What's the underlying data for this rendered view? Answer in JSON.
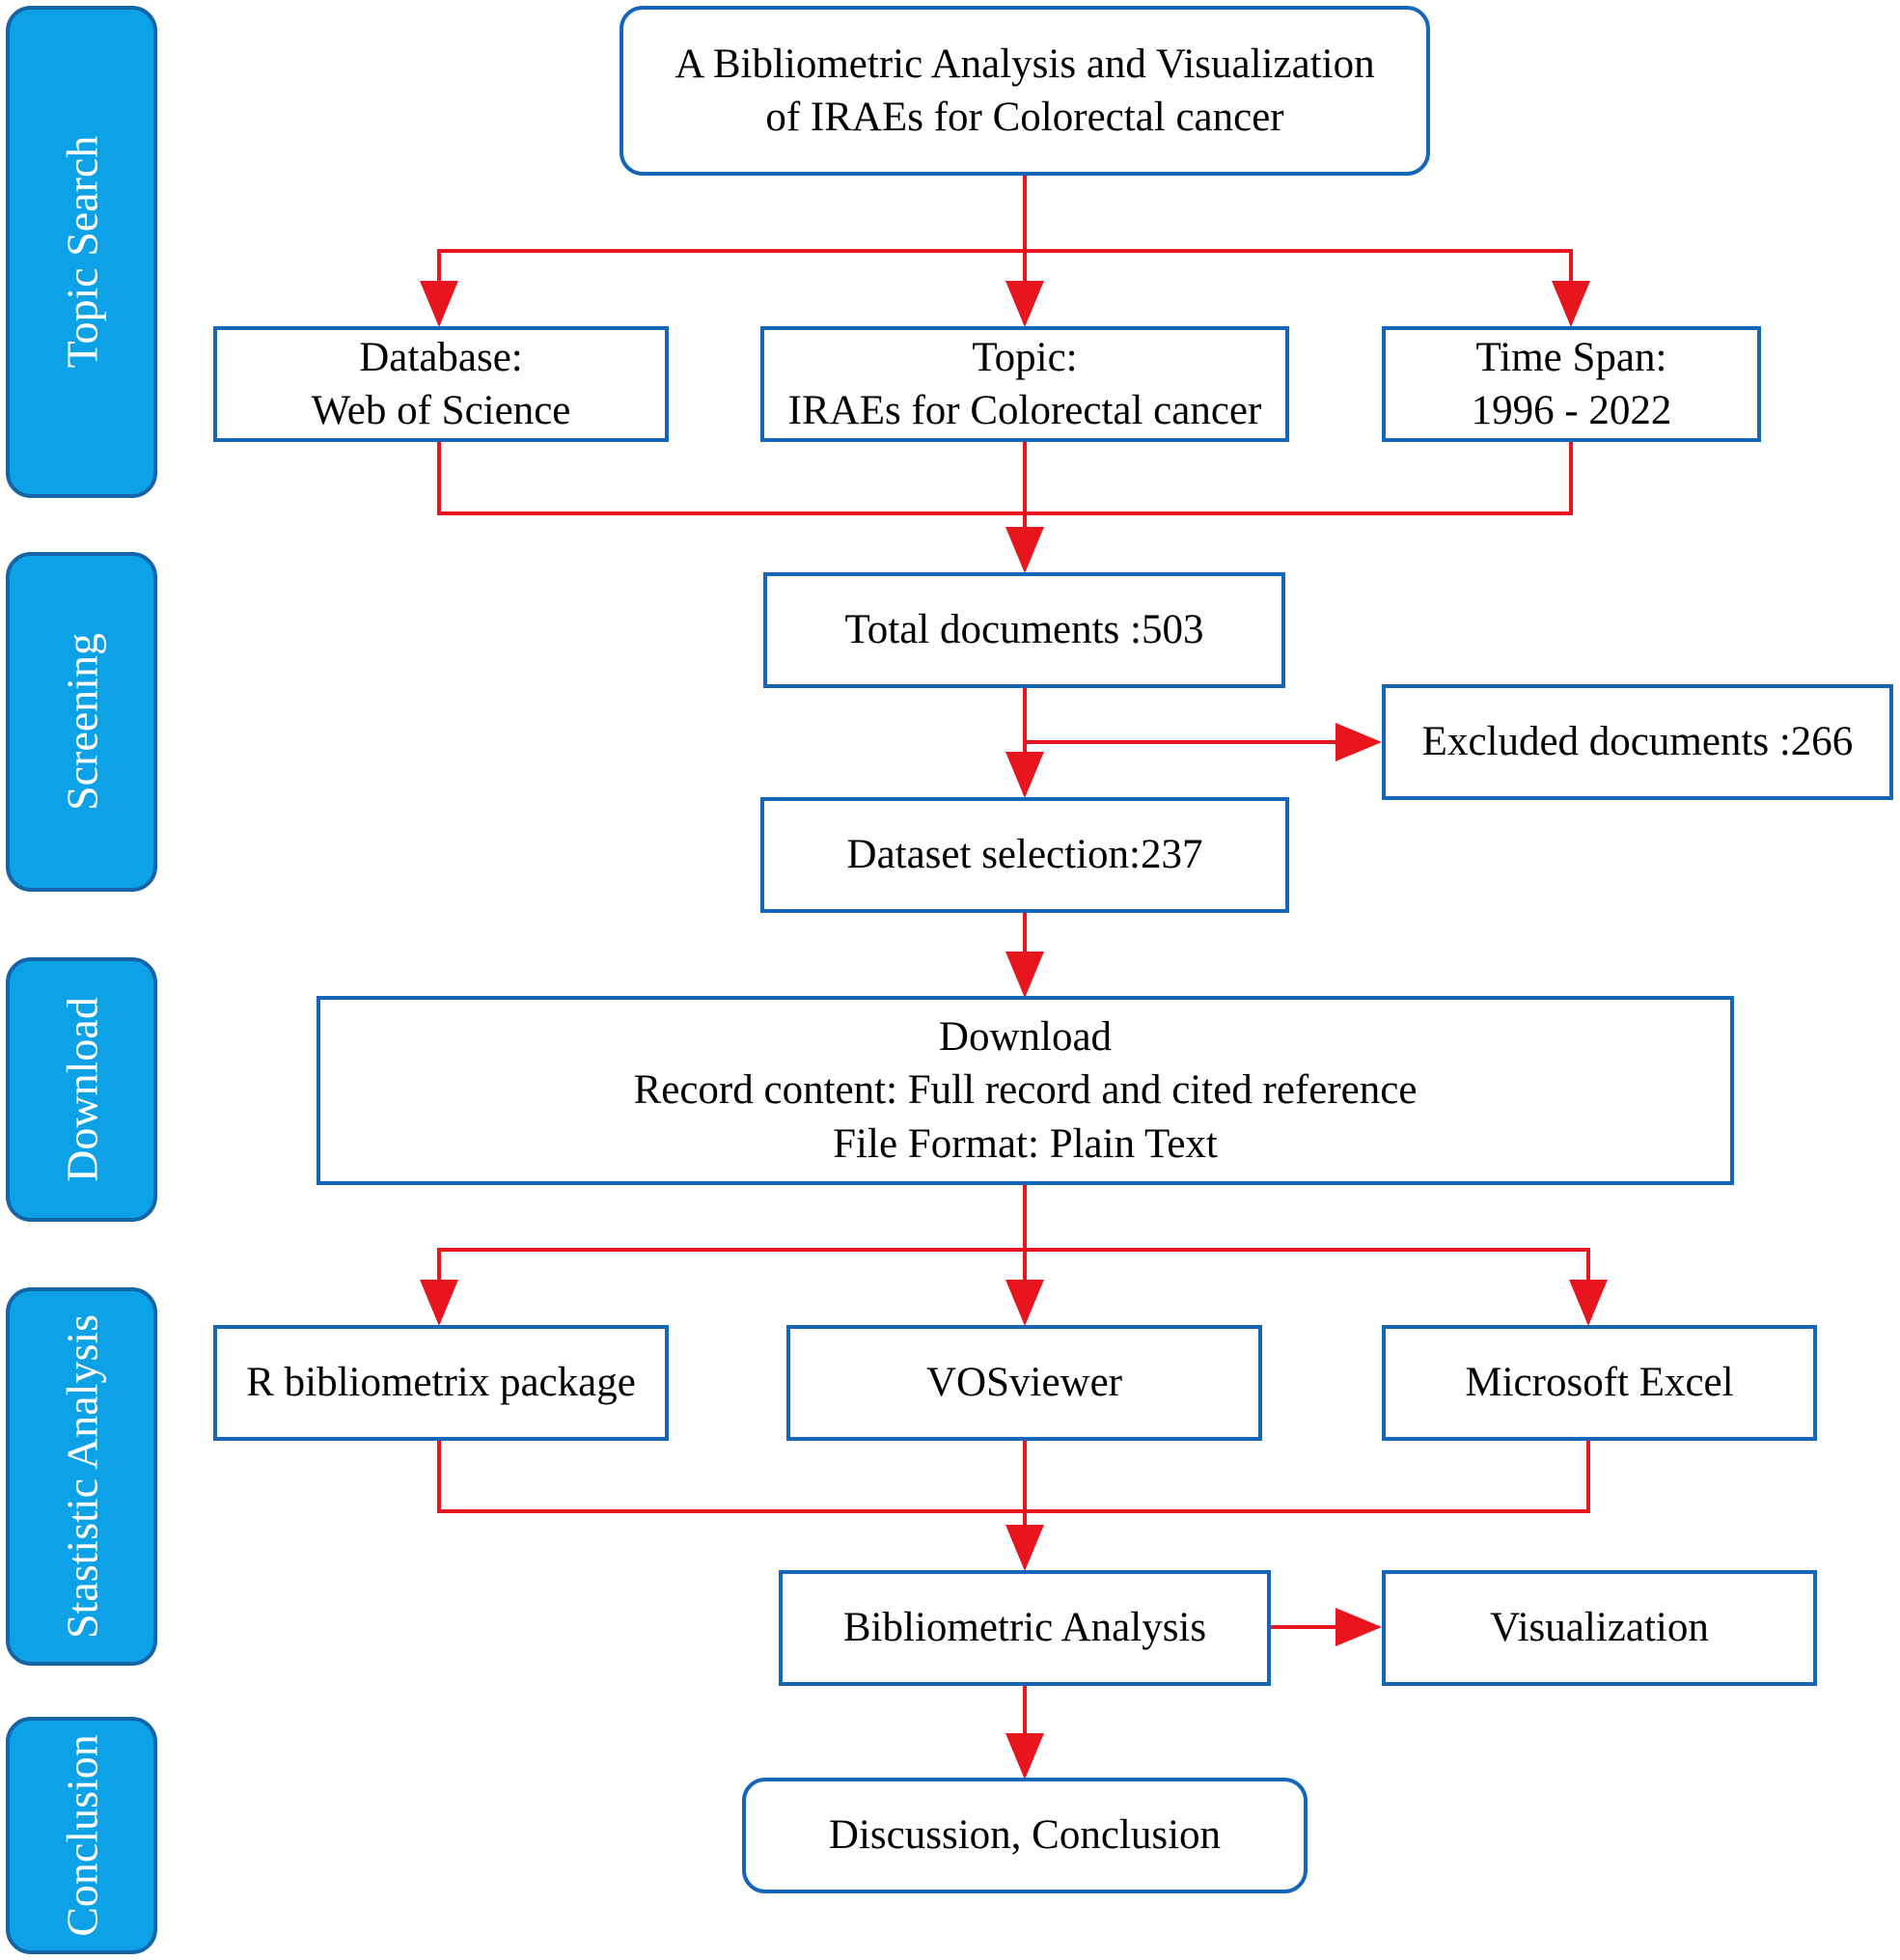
{
  "stages": {
    "topic_search": "Topic Search",
    "screening": "Screening",
    "download": "Download",
    "statistic_analysis": "Stastistic Analysis",
    "conclusion": "Conclusion"
  },
  "nodes": {
    "title": {
      "line1": "A Bibliometric Analysis and Visualization",
      "line2": "of IRAEs for Colorectal cancer"
    },
    "database": {
      "line1": "Database:",
      "line2": "Web of Science"
    },
    "topic": {
      "line1": "Topic:",
      "line2": "IRAEs for Colorectal cancer"
    },
    "time_span": {
      "line1": "Time Span:",
      "line2": "1996 - 2022"
    },
    "total": "Total documents :503",
    "excluded": "Excluded  documents :266",
    "dataset": "Dataset selection:237",
    "download": {
      "line1": "Download",
      "line2": "Record content: Full record and cited reference",
      "line3": "File Format: Plain Text"
    },
    "r_pkg": "R bibliometrix package",
    "vosviewer": "VOSviewer",
    "excel": "Microsoft Excel",
    "biblio": "Bibliometric Analysis",
    "visualization": "Visualization",
    "discussion": "Discussion, Conclusion"
  },
  "colors": {
    "arrow": "#e8141e",
    "box_border": "#1565b8",
    "stage_fill": "#0da1e8",
    "stage_border": "#1565a6"
  }
}
